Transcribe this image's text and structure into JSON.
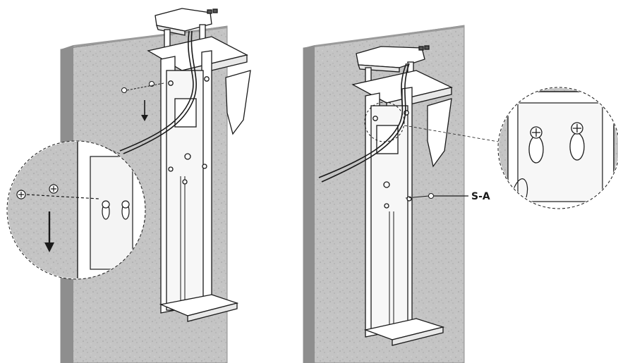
{
  "figure": {
    "callout_label": "S-A",
    "colors": {
      "wall": "#bdbdbd",
      "wall_side": "#8f8f8f",
      "metal": "#ffffff",
      "ink": "#1a1a1a",
      "magnifier_fill": "#ffffff"
    },
    "panels": [
      {
        "name": "step-left",
        "magnifier_icon": "keyhole-screw-slide-down-icon"
      },
      {
        "name": "step-right",
        "magnifier_icon": "keyhole-screw-detail-icon"
      }
    ]
  }
}
